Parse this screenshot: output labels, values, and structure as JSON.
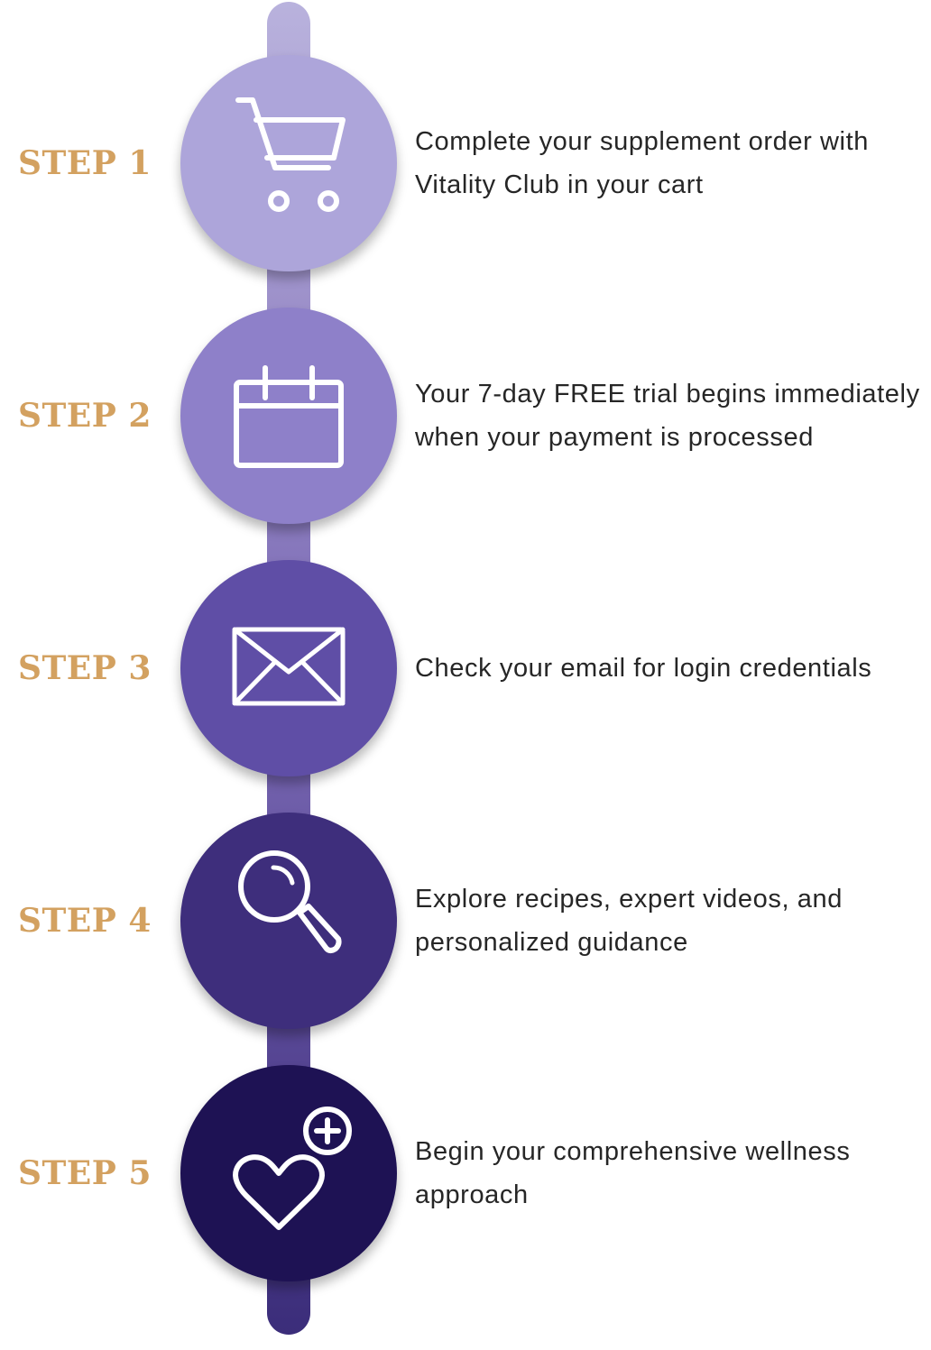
{
  "colors": {
    "step_label": "#d3a160",
    "text": "#262626"
  },
  "steps": [
    {
      "label": "STEP 1",
      "text": "Complete your supplement order with Vitality Club in your cart",
      "icon": "shopping-cart-icon",
      "circle_color": "#ada5da"
    },
    {
      "label": "STEP 2",
      "text": "Your 7-day FREE trial begins immediately when your payment is processed",
      "icon": "calendar-icon",
      "circle_color": "#8e80c9"
    },
    {
      "label": "STEP 3",
      "text": "Check your email for login credentials",
      "icon": "envelope-icon",
      "circle_color": "#5f4ea6"
    },
    {
      "label": "STEP 4",
      "text": "Explore recipes, expert videos, and personalized guidance",
      "icon": "magnifying-glass-icon",
      "circle_color": "#3e2e7c"
    },
    {
      "label": "STEP 5",
      "text": "Begin your comprehensive wellness approach",
      "icon": "heart-plus-icon",
      "circle_color": "#1e1254"
    }
  ]
}
